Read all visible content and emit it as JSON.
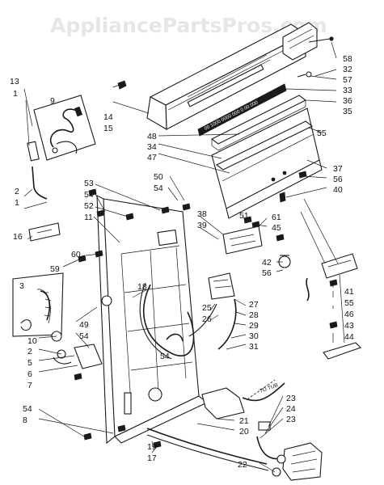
{
  "watermark": "AppliancePartsPros.com",
  "note": "TO TUB",
  "callouts": [
    {
      "id": "c13",
      "text": "13"
    },
    {
      "id": "c1a",
      "text": "1"
    },
    {
      "id": "c9",
      "text": "9"
    },
    {
      "id": "c14",
      "text": "14"
    },
    {
      "id": "c15",
      "text": "15"
    },
    {
      "id": "c2",
      "text": "2"
    },
    {
      "id": "c1b",
      "text": "1"
    },
    {
      "id": "c16",
      "text": "16"
    },
    {
      "id": "c53",
      "text": "53"
    },
    {
      "id": "c54a",
      "text": "54"
    },
    {
      "id": "c52",
      "text": "52"
    },
    {
      "id": "c11",
      "text": "11"
    },
    {
      "id": "c60",
      "text": "60"
    },
    {
      "id": "c59",
      "text": "59"
    },
    {
      "id": "c3",
      "text": "3"
    },
    {
      "id": "c49",
      "text": "49"
    },
    {
      "id": "c54b",
      "text": "54"
    },
    {
      "id": "c10",
      "text": "10"
    },
    {
      "id": "c2b",
      "text": "2"
    },
    {
      "id": "c5",
      "text": "5"
    },
    {
      "id": "c6",
      "text": "6"
    },
    {
      "id": "c7",
      "text": "7"
    },
    {
      "id": "c54c",
      "text": "54"
    },
    {
      "id": "c8",
      "text": "8"
    },
    {
      "id": "c48",
      "text": "48"
    },
    {
      "id": "c34",
      "text": "34"
    },
    {
      "id": "c47",
      "text": "47"
    },
    {
      "id": "c50",
      "text": "50"
    },
    {
      "id": "c54d",
      "text": "54"
    },
    {
      "id": "c58",
      "text": "58"
    },
    {
      "id": "c32",
      "text": "32"
    },
    {
      "id": "c57",
      "text": "57"
    },
    {
      "id": "c33",
      "text": "33"
    },
    {
      "id": "c36",
      "text": "36"
    },
    {
      "id": "c35",
      "text": "35"
    },
    {
      "id": "c55a",
      "text": "55"
    },
    {
      "id": "c37",
      "text": "37"
    },
    {
      "id": "c56a",
      "text": "56"
    },
    {
      "id": "c40",
      "text": "40"
    },
    {
      "id": "c38",
      "text": "38"
    },
    {
      "id": "c39",
      "text": "39"
    },
    {
      "id": "c51",
      "text": "51"
    },
    {
      "id": "c61",
      "text": "61"
    },
    {
      "id": "c45",
      "text": "45"
    },
    {
      "id": "c42",
      "text": "42"
    },
    {
      "id": "c56b",
      "text": "56"
    },
    {
      "id": "c41",
      "text": "41"
    },
    {
      "id": "c55b",
      "text": "55"
    },
    {
      "id": "c46",
      "text": "46"
    },
    {
      "id": "c43",
      "text": "43"
    },
    {
      "id": "c44",
      "text": "44"
    },
    {
      "id": "c18",
      "text": "18"
    },
    {
      "id": "c25",
      "text": "25"
    },
    {
      "id": "c26",
      "text": "26"
    },
    {
      "id": "c27",
      "text": "27"
    },
    {
      "id": "c28",
      "text": "28"
    },
    {
      "id": "c29",
      "text": "29"
    },
    {
      "id": "c30",
      "text": "30"
    },
    {
      "id": "c31",
      "text": "31"
    },
    {
      "id": "c54e",
      "text": "54"
    },
    {
      "id": "c21",
      "text": "21"
    },
    {
      "id": "c20",
      "text": "20"
    },
    {
      "id": "c19",
      "text": "19"
    },
    {
      "id": "c17",
      "text": "17"
    },
    {
      "id": "c23a",
      "text": "23"
    },
    {
      "id": "c24",
      "text": "24"
    },
    {
      "id": "c23b",
      "text": "23"
    },
    {
      "id": "c22",
      "text": "22"
    }
  ]
}
